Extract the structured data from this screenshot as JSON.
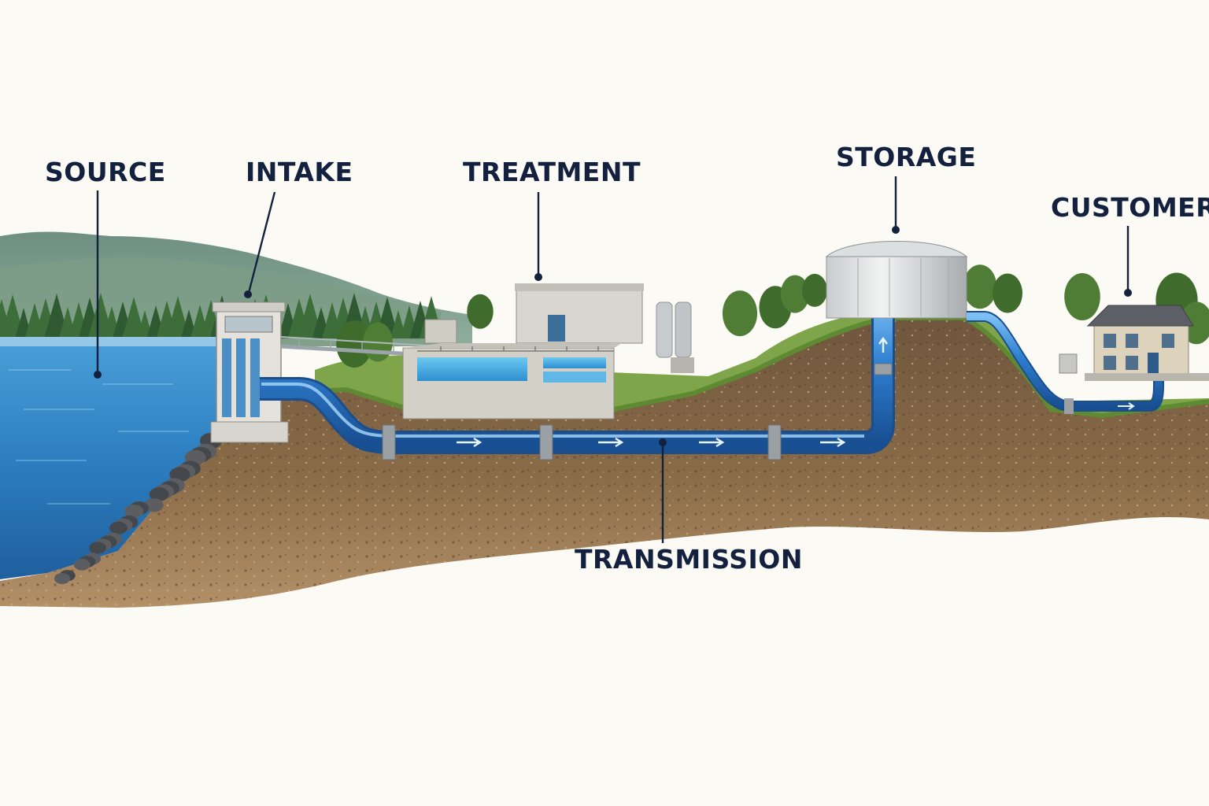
{
  "labels": {
    "source": "SOURCE",
    "intake": "INTAKE",
    "treatment": "TREATMENT",
    "storage": "STORAGE",
    "customer": "CUSTOMER",
    "transmission": "TRANSMISSION"
  },
  "colors": {
    "label_text": "#13213f",
    "background": "#fbfaf4",
    "water": "#2f7fbf",
    "pipe": "#2f78c9",
    "soil": "#8c6a45",
    "grass": "#6f9a3c",
    "hills": "#5f8c78"
  }
}
